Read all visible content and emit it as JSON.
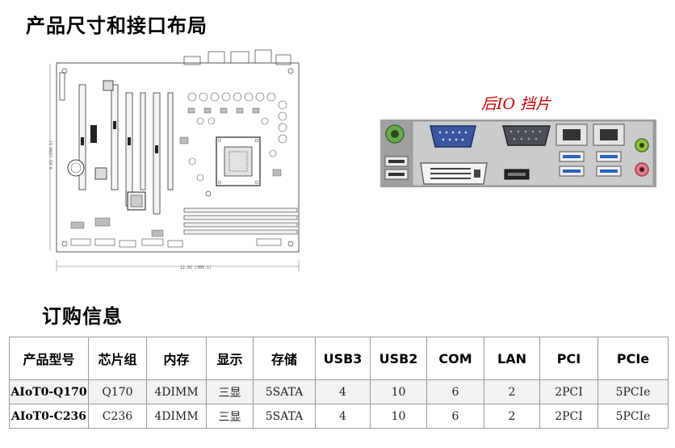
{
  "section1": {
    "title": "产品尺寸和接口布局"
  },
  "drawing": {
    "dim_bottom": "12.01 (305.1)",
    "dim_left": "9.61 (244.1)"
  },
  "rear_io": {
    "caption": "后IO 挡片"
  },
  "section2": {
    "title": "订购信息"
  },
  "table": {
    "headers": [
      "产品型号",
      "芯片组",
      "内存",
      "显示",
      "存储",
      "USB3",
      "USB2",
      "COM",
      "LAN",
      "PCI",
      "PCIe"
    ],
    "rows": [
      [
        "AIoT0-Q170",
        "Q170",
        "4DIMM",
        "三显",
        "5SATA",
        "4",
        "10",
        "6",
        "2",
        "2PCI",
        "5PCIe"
      ],
      [
        "AIoT0-C236",
        "C236",
        "4DIMM",
        "三显",
        "5SATA",
        "4",
        "10",
        "6",
        "2",
        "2PCI",
        "5PCIe"
      ]
    ]
  }
}
